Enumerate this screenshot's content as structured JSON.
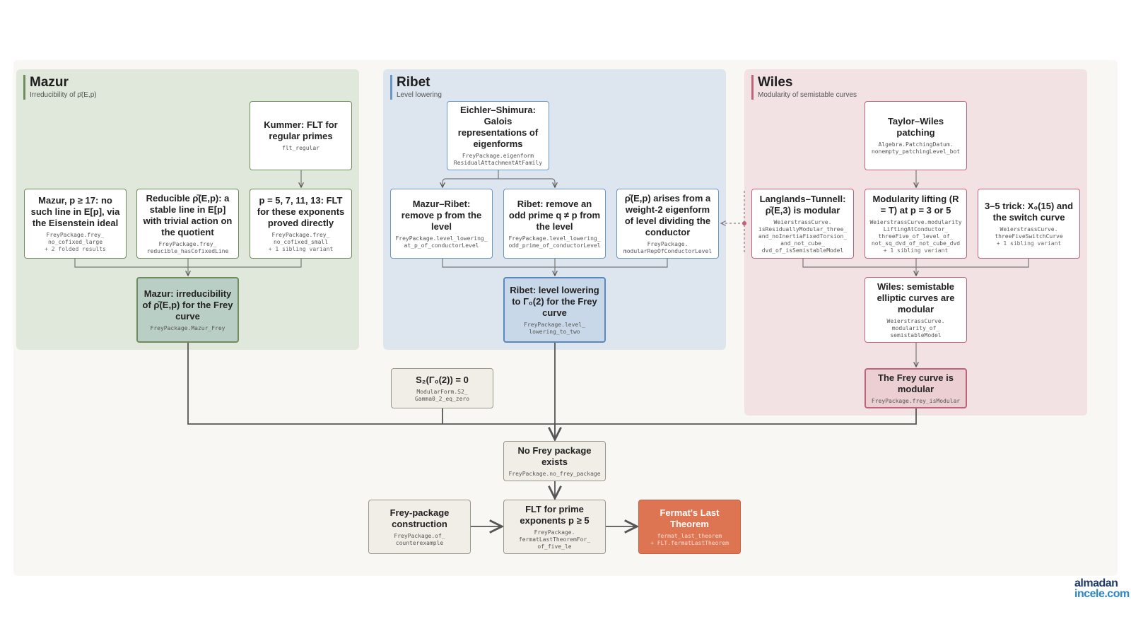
{
  "panels": {
    "mazur": {
      "title": "Mazur",
      "subtitle": "Irreducibility of ρ̄(E,p)",
      "color": "#dfe8da",
      "accent": "#6f8c5c"
    },
    "ribet": {
      "title": "Ribet",
      "subtitle": "Level lowering",
      "color": "#dde6ef",
      "accent": "#6a96c6"
    },
    "wiles": {
      "title": "Wiles",
      "subtitle": "Modularity of semistable curves",
      "color": "#f2e2e4",
      "accent": "#c0627a"
    }
  },
  "nodes": {
    "kummer": {
      "label": "Kummer: FLT for regular primes",
      "code": "flt_regular"
    },
    "mazur_p17": {
      "label": "Mazur, p ≥ 17: no such line in E[p], via the Eisenstein ideal",
      "code": "FreyPackage.frey_\nno_cofixed_large",
      "extra": "+ 2 folded results"
    },
    "reducible": {
      "label": "Reducible ρ̄(E,p): a stable line in E[p] with trivial action on the quotient",
      "code": "FreyPackage.frey_\nreducible_hasCofixedLine"
    },
    "small_primes": {
      "label": "p = 5, 7, 11, 13: FLT for these exponents proved directly",
      "code": "FreyPackage.frey_\nno_cofixed_small",
      "extra": "+ 1 sibling variant"
    },
    "mazur_main": {
      "label": "Mazur: irreducibility of ρ̄(E,p) for the Frey curve",
      "code": "FreyPackage.Mazur_Frey"
    },
    "eichler": {
      "label": "Eichler–Shimura: Galois representations of eigenforms",
      "code": "FreyPackage.eigenform\nResidualAttachmentAtFamily"
    },
    "mazur_ribet": {
      "label": "Mazur–Ribet: remove p from the level",
      "code": "FreyPackage.level_lowering_\nat_p_of_conductorLevel"
    },
    "ribet_remove": {
      "label": "Ribet: remove an odd prime q ≠ p from the level",
      "code": "FreyPackage.level_lowering_\nodd_prime_of_conductorLevel"
    },
    "weight2": {
      "label": "ρ̄(E,p) arises from a weight-2 eigenform of level dividing the conductor",
      "code": "FreyPackage.\nmodularRepOfConductorLevel"
    },
    "ribet_main": {
      "label": "Ribet: level lowering to Γ₀(2) for the Frey curve",
      "code": "FreyPackage.level_\nlowering_to_two"
    },
    "taylor_wiles": {
      "label": "Taylor–Wiles patching",
      "code": "Algebra.PatchingDatum.\nnonempty_patchingLevel_bot"
    },
    "langlands": {
      "label": "Langlands–Tunnell: ρ̄(E,3) is modular",
      "code": "WeierstrassCurve.\nisResiduallyModular_three_\nand_noInertiaFixedTorsion_\nand_not_cube_\ndvd_of_isSemistableModel"
    },
    "mod_lifting": {
      "label": "Modularity lifting (R = T) at p = 3 or 5",
      "code": "WeierstrassCurve.modularity\nLiftingAtConductor_\nthreeFive_of_level_of_\nnot_sq_dvd_of_not_cube_dvd",
      "extra": "+ 1 sibling variant"
    },
    "three_five": {
      "label": "3–5 trick: X₀(15) and the switch curve",
      "code": "WeierstrassCurve.\nthreeFiveSwitchCurve",
      "extra": "+ 1 sibling variant"
    },
    "wiles_main": {
      "label": "Wiles: semistable elliptic curves are modular",
      "code": "WeierstrassCurve.\nmodularity_of_\nsemistableModel"
    },
    "frey_modular": {
      "label": "The Frey curve is modular",
      "code": "FreyPackage.frey_isModular"
    },
    "s2_zero": {
      "label": "S₂(Γ₀(2)) = 0",
      "code": "ModularForm.S2_\nGamma0_2_eq_zero"
    },
    "no_frey": {
      "label": "No Frey package exists",
      "code": "FreyPackage.no_frey_package"
    },
    "frey_construction": {
      "label": "Frey-package construction",
      "code": "FreyPackage.of_\ncounterexample"
    },
    "flt_prime": {
      "label": "FLT for prime exponents p ≥ 5",
      "code": "FreyPackage.\nfermatLastTheoremFor_\nof_five_le"
    },
    "flt": {
      "label": "Fermat's Last Theorem",
      "code": "fermat_last_theorem\n+ FLT.fermatLastTheorem"
    }
  },
  "colors": {
    "final": "#de7552",
    "edge": "#555555",
    "dashed": "#c0627a"
  },
  "logo": {
    "line1": "almadan",
    "line2": "incele.com"
  }
}
